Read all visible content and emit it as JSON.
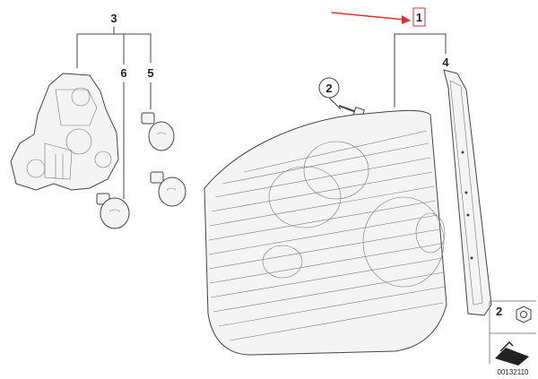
{
  "callouts": {
    "c1": "1",
    "c2": "2",
    "c3": "3",
    "c4": "4",
    "c5": "5",
    "c6": "6",
    "legend_number": "2"
  },
  "diagram_id": "00132110",
  "colors": {
    "highlight_box": "#d23030",
    "arrow": "#e03030",
    "line": "#444444"
  },
  "icons": {
    "arrow": "red-arrow-icon",
    "nut": "hex-nut-icon",
    "stepped": "stepped-arrow-icon"
  }
}
